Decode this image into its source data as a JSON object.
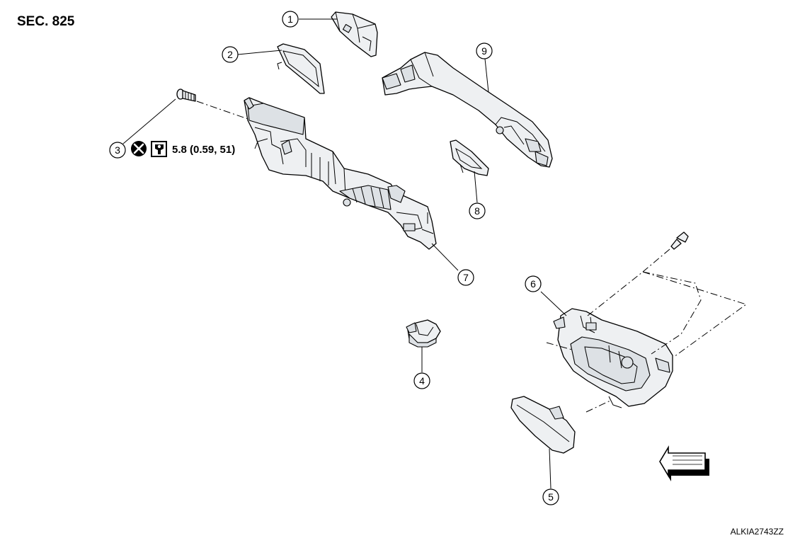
{
  "header": {
    "section_label": "SEC. 825"
  },
  "callouts": [
    {
      "id": "1",
      "label": "1"
    },
    {
      "id": "2",
      "label": "2"
    },
    {
      "id": "3",
      "label": "3"
    },
    {
      "id": "4",
      "label": "4"
    },
    {
      "id": "5",
      "label": "5"
    },
    {
      "id": "6",
      "label": "6"
    },
    {
      "id": "7",
      "label": "7"
    },
    {
      "id": "8",
      "label": "8"
    },
    {
      "id": "9",
      "label": "9"
    }
  ],
  "torque_spec": {
    "value": "5.8 (0.59, 51)",
    "icons": [
      "do-not-reuse-icon",
      "torque-wrench-icon"
    ]
  },
  "figure_id": "ALKIA2743ZZ",
  "symbols": {
    "front_arrow": "front-arrow-icon"
  }
}
